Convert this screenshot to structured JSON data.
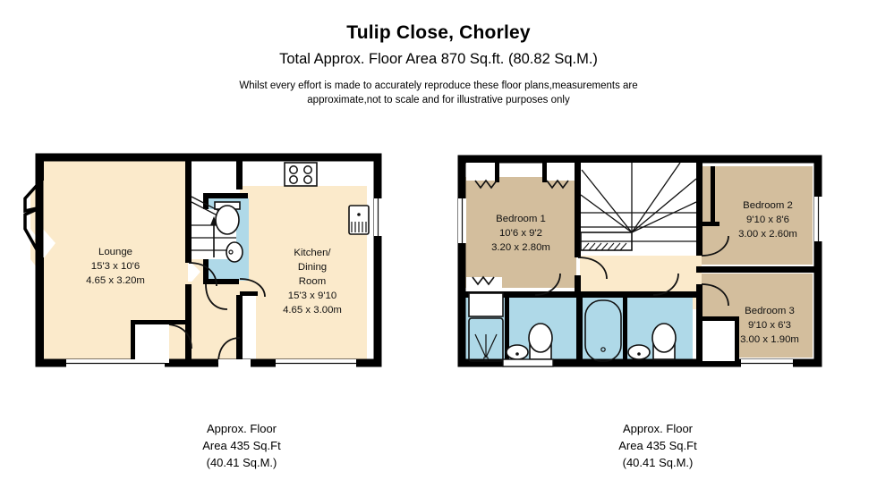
{
  "header": {
    "title": "Tulip Close, Chorley",
    "subtitle": "Total Approx. Floor Area 870 Sq.ft. (80.82 Sq.M.)",
    "disclaimer_line1": "Whilst every effort is made to accurately reproduce these floor plans,measurements are",
    "disclaimer_line2": "approximate,not to scale and for illustrative purposes only"
  },
  "colors": {
    "wall": "#000000",
    "living_fill": "#FBEACB",
    "bedroom_fill": "#D3BE9D",
    "bathroom_fill": "#AFD9E8",
    "background": "#FFFFFF",
    "fixture_stroke": "#111111",
    "fixture_fill": "#FFFFFF"
  },
  "ground_floor": {
    "caption_line1": "Approx. Floor",
    "caption_line2": "Area 435 Sq.Ft",
    "caption_line3": "(40.41 Sq.M.)",
    "rooms": [
      {
        "name": "lounge",
        "label": "Lounge",
        "dim_imperial": "15'3 x 10'6",
        "dim_metric": "4.65 x 3.20m",
        "fill": "#FBEACB"
      },
      {
        "name": "kitchen-dining-room",
        "label_line1": "Kitchen/",
        "label_line2": "Dining",
        "label_line3": "Room",
        "dim_imperial": "15'3 x 9'10",
        "dim_metric": "4.65 x 3.00m",
        "fill": "#FBEACB"
      },
      {
        "name": "wc",
        "label": "",
        "fill": "#AFD9E8"
      },
      {
        "name": "hallway",
        "label": "",
        "fill": "#FBEACB"
      }
    ],
    "features": [
      "bay-window",
      "staircase-up",
      "hob",
      "sink",
      "toilet",
      "wash-basin",
      "front-door",
      "rear-window"
    ]
  },
  "first_floor": {
    "caption_line1": "Approx. Floor",
    "caption_line2": "Area 435 Sq.Ft",
    "caption_line3": "(40.41 Sq.M.)",
    "rooms": [
      {
        "name": "bedroom-1",
        "label": "Bedroom 1",
        "dim_imperial": "10'6 x 9'2",
        "dim_metric": "3.20 x 2.80m",
        "fill": "#D3BE9D"
      },
      {
        "name": "bedroom-2",
        "label": "Bedroom 2",
        "dim_imperial": "9'10 x 8'6",
        "dim_metric": "3.00 x 2.60m",
        "fill": "#D3BE9D"
      },
      {
        "name": "bedroom-3",
        "label": "Bedroom 3",
        "dim_imperial": "9'10 x 6'3",
        "dim_metric": "3.00 x 1.90m",
        "fill": "#D3BE9D"
      },
      {
        "name": "en-suite",
        "label": "",
        "fill": "#AFD9E8"
      },
      {
        "name": "bathroom",
        "label": "",
        "fill": "#AFD9E8"
      },
      {
        "name": "landing",
        "label": "",
        "fill": "#FBEACB"
      }
    ],
    "features": [
      "staircase-winder",
      "shower-cubicle",
      "bath",
      "toilet",
      "wash-basin",
      "wardrobe",
      "window"
    ]
  }
}
